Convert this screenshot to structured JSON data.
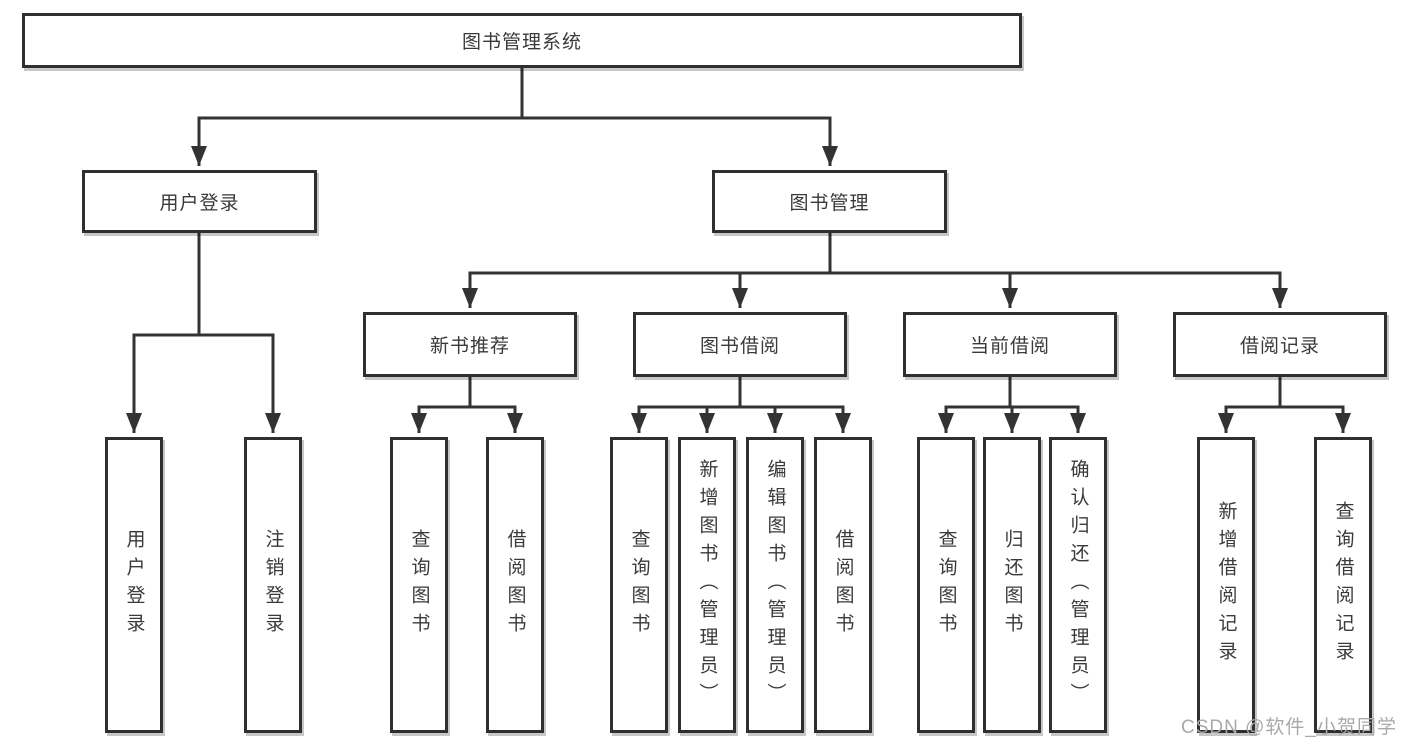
{
  "diagram": {
    "title": "图书管理系统",
    "root": {
      "label": "图书管理系统"
    },
    "level2": [
      {
        "label": "用户登录"
      },
      {
        "label": "图书管理"
      }
    ],
    "user_login_children": [
      {
        "label": "用户登录"
      },
      {
        "label": "注销登录"
      }
    ],
    "level3": [
      {
        "label": "新书推荐"
      },
      {
        "label": "图书借阅"
      },
      {
        "label": "当前借阅"
      },
      {
        "label": "借阅记录"
      }
    ],
    "new_book_rec_children": [
      {
        "label": "查询图书"
      },
      {
        "label": "借阅图书"
      }
    ],
    "book_borrow_children": [
      {
        "label": "查询图书"
      },
      {
        "label": "新增图书（管理员）"
      },
      {
        "label": "编辑图书（管理员）"
      },
      {
        "label": "借阅图书"
      }
    ],
    "current_borrow_children": [
      {
        "label": "查询图书"
      },
      {
        "label": "归还图书"
      },
      {
        "label": "确认归还（管理员）"
      }
    ],
    "borrow_record_children": [
      {
        "label": "新增借阅记录"
      },
      {
        "label": "查询借阅记录"
      }
    ]
  },
  "watermark": {
    "text": "CSDN @软件_小贺同学"
  },
  "colors": {
    "line": "#333333",
    "border": "#2f2f2f",
    "text": "#3a3a3a",
    "watermark": "#a9a9a9",
    "background": "#ffffff"
  }
}
